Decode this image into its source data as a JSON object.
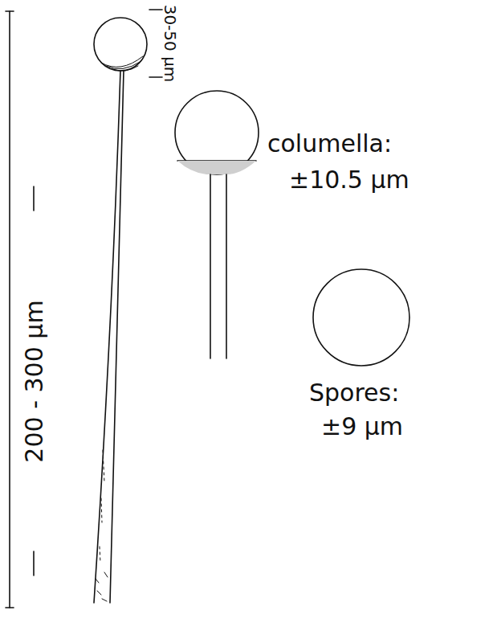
{
  "diagram": {
    "labels": [
      "30-50 µm",
      "columella:",
      "±10.5 µm",
      "200 - 300 µm",
      "Spores:",
      "±9 µm"
    ]
  }
}
